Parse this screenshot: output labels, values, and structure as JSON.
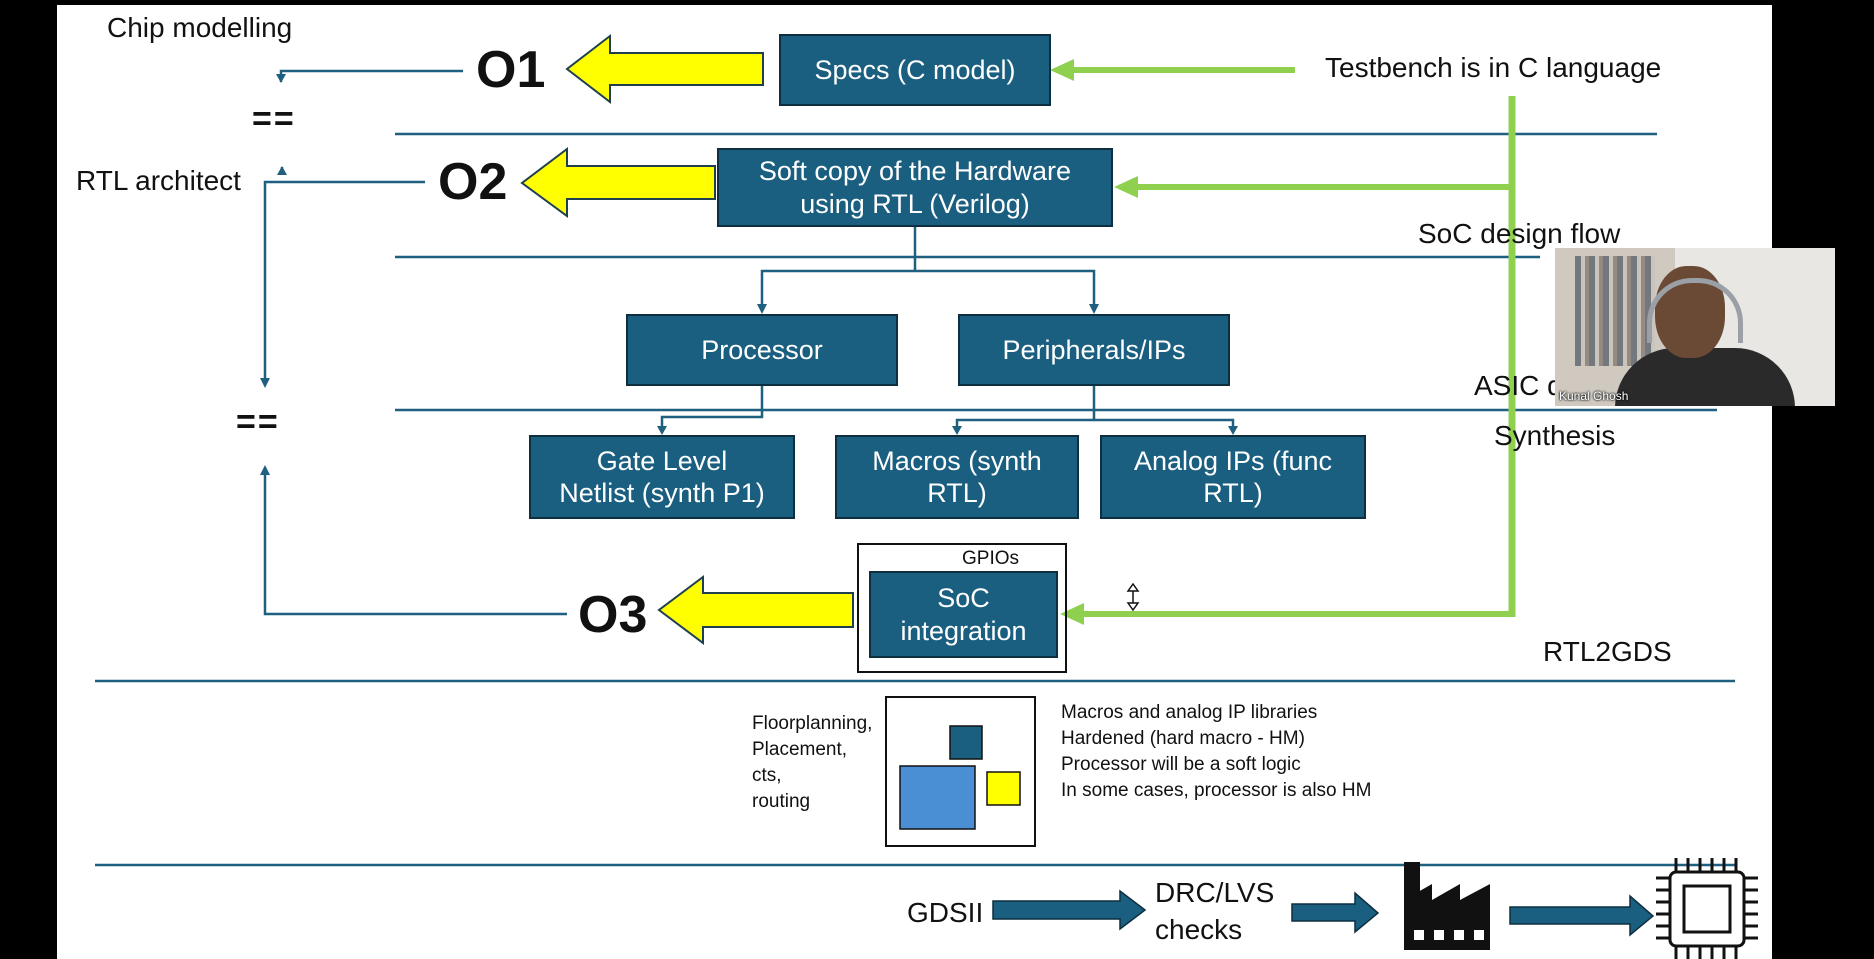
{
  "labels": {
    "chip_modelling": "Chip modelling",
    "rtl_architect": "RTL architect",
    "eq1": "==",
    "eq2": "==",
    "o1": "O1",
    "o2": "O2",
    "o3": "O3",
    "testbench": "Testbench is in C language",
    "soc_design_flow": "SoC design flow",
    "asic": "ASIC d",
    "synthesis": "Synthesis",
    "rtl2gds": "RTL2GDS",
    "gpios": "GPIOs",
    "gdsii": "GDSII",
    "drc_lvs": [
      "DRC/LVS",
      "checks"
    ]
  },
  "boxes": {
    "specs": "Specs (C model)",
    "soft_copy": [
      "Soft copy of the Hardware",
      "using RTL (Verilog)"
    ],
    "processor": "Processor",
    "peripherals": "Peripherals/IPs",
    "gate_level": [
      "Gate Level",
      "Netlist (synth P1)"
    ],
    "macros": [
      "Macros (synth",
      "RTL)"
    ],
    "analog": [
      "Analog IPs (func",
      "RTL)"
    ],
    "soc_integration": [
      "SoC",
      "integration"
    ]
  },
  "floorplan_steps": [
    "Floorplanning,",
    "Placement,",
    "cts,",
    "routing"
  ],
  "notes": [
    "Macros and analog IP libraries",
    "Hardened (hard macro - HM)",
    "Processor will be a soft logic",
    "In some cases, processor is also HM"
  ],
  "webcam": {
    "participant": "Kunal Ghosh"
  },
  "colors": {
    "box": "#1a5e80",
    "arrow_yellow": "#ffff00",
    "green": "#8fd14f",
    "line": "#1f5f7f"
  }
}
